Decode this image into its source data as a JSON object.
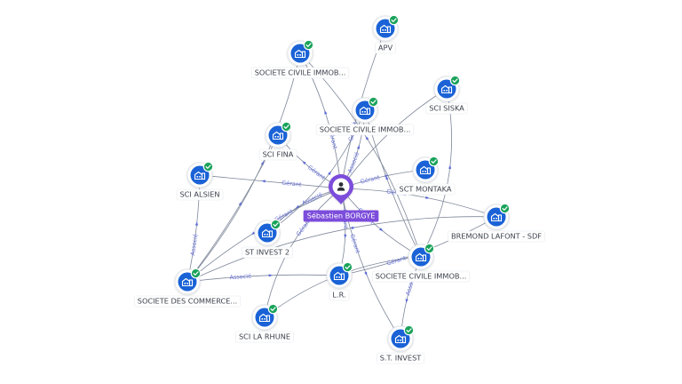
{
  "center": {
    "name": "Sébastien BORGYE",
    "icon": "person-icon"
  },
  "colors": {
    "accent": "#7c4ddb",
    "node_blue": "#1a62d6",
    "check_green": "#1aa35b",
    "edge": "#7d8799",
    "edge_label": "#6a73d9"
  },
  "nodes": [
    {
      "id": "apv",
      "label": "APV",
      "icon": "building-icon"
    },
    {
      "id": "sci-immo-1",
      "label": "SOCIETE CIVILE IMMOB...",
      "icon": "building-icon"
    },
    {
      "id": "sci-siska",
      "label": "SCI SISKA",
      "icon": "building-icon"
    },
    {
      "id": "sci-immo-2",
      "label": "SOCIETE CIVILE IMMOB...",
      "icon": "building-icon"
    },
    {
      "id": "sci-fina",
      "label": "SCI FINA",
      "icon": "building-icon"
    },
    {
      "id": "sci-alsien",
      "label": "SCI ALSIEN",
      "icon": "building-icon"
    },
    {
      "id": "sct-montaka",
      "label": "SCT MONTAKA",
      "icon": "building-icon"
    },
    {
      "id": "bremond",
      "label": "BREMOND LAFONT - SDF",
      "icon": "building-icon"
    },
    {
      "id": "st-invest-2",
      "label": "ST INVEST 2",
      "icon": "building-icon"
    },
    {
      "id": "sci-immo-3",
      "label": "SOCIETE CIVILE IMMOB...",
      "icon": "building-icon"
    },
    {
      "id": "soc-commerce",
      "label": "SOCIETE DES COMMERCE...",
      "icon": "building-icon"
    },
    {
      "id": "lr",
      "label": "L.R.",
      "icon": "building-icon"
    },
    {
      "id": "sci-la-rhune",
      "label": "SCI LA RHUNE",
      "icon": "building-icon"
    },
    {
      "id": "st-invest",
      "label": "S.T. INVEST",
      "icon": "building-icon"
    }
  ],
  "edges": [
    {
      "from": "center",
      "to": "sci-immo-1",
      "label": "Gérant"
    },
    {
      "from": "center",
      "to": "apv",
      "label": "Gérant"
    },
    {
      "from": "center",
      "to": "sci-immo-2",
      "label": "Associé"
    },
    {
      "from": "center",
      "to": "sci-siska",
      "label": ""
    },
    {
      "from": "center",
      "to": "sci-fina",
      "label": "Gérant"
    },
    {
      "from": "center",
      "to": "sci-alsien",
      "label": "Gérant"
    },
    {
      "from": "center",
      "to": "sct-montaka",
      "label": "Gérant"
    },
    {
      "from": "center",
      "to": "bremond",
      "label": "Gérant"
    },
    {
      "from": "center",
      "to": "st-invest-2",
      "label": "Associé"
    },
    {
      "from": "center",
      "to": "sci-immo-3",
      "label": "Gérant"
    },
    {
      "from": "center",
      "to": "soc-commerce",
      "label": "Gérant"
    },
    {
      "from": "center",
      "to": "lr",
      "label": "Gérant"
    },
    {
      "from": "center",
      "to": "sci-la-rhune",
      "label": "Gérant"
    },
    {
      "from": "center",
      "to": "st-invest",
      "label": "Gérant"
    },
    {
      "from": "soc-commerce",
      "to": "sci-alsien",
      "label": "Associé"
    },
    {
      "from": "soc-commerce",
      "to": "sci-immo-1",
      "label": ""
    },
    {
      "from": "soc-commerce",
      "to": "lr",
      "label": "Associé"
    },
    {
      "from": "soc-commerce",
      "to": "bremond",
      "label": ""
    },
    {
      "from": "soc-commerce",
      "to": "sci-fina",
      "label": ""
    },
    {
      "from": "sci-immo-3",
      "to": "st-invest",
      "label": "Associé"
    },
    {
      "from": "sci-immo-3",
      "to": "sci-immo-1",
      "label": ""
    },
    {
      "from": "sci-immo-3",
      "to": "sci-immo-2",
      "label": ""
    },
    {
      "from": "sci-immo-3",
      "to": "sci-siska",
      "label": ""
    },
    {
      "from": "st-invest-2",
      "to": "sci-immo-2",
      "label": ""
    },
    {
      "from": "lr",
      "to": "bremond",
      "label": "Gérant"
    },
    {
      "from": "sci-la-rhune",
      "to": "sci-immo-3",
      "label": ""
    }
  ]
}
